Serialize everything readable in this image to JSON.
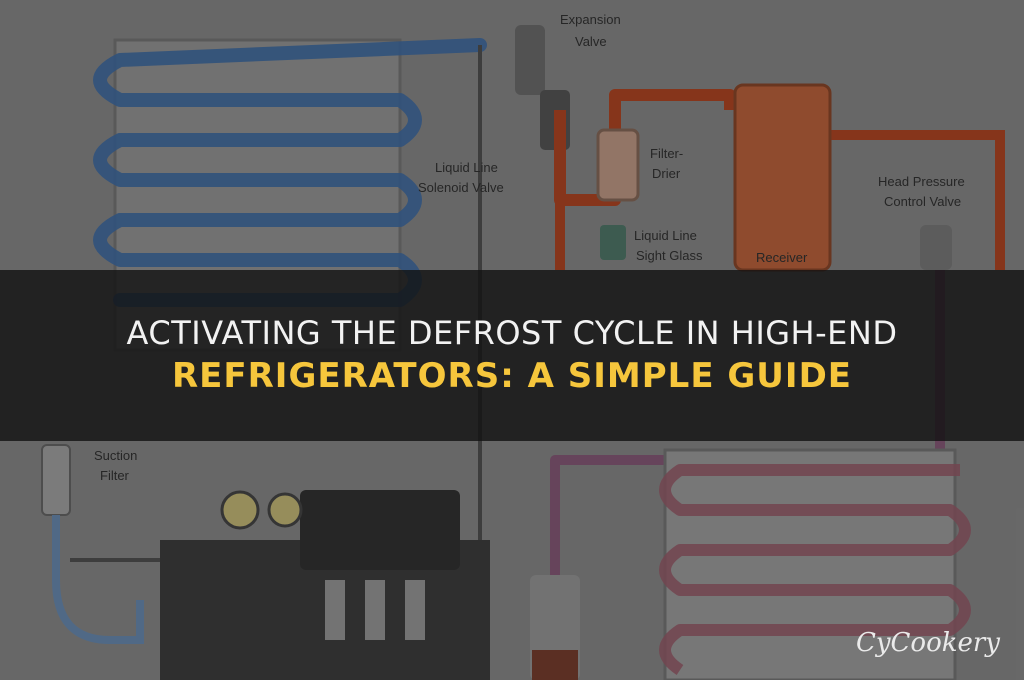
{
  "headline": {
    "line1": "ACTIVATING THE DEFROST CYCLE IN HIGH-END",
    "line2": "REFRIGERATORS: A SIMPLE GUIDE"
  },
  "brand": "CyCookery",
  "diagram_labels": {
    "expansion_valve_1": "Expansion",
    "expansion_valve_2": "Valve",
    "liquid_solenoid_1": "Liquid Line",
    "liquid_solenoid_2": "Solenoid Valve",
    "filter_drier_1": "Filter-",
    "filter_drier_2": "Drier",
    "head_pressure_1": "Head Pressure",
    "head_pressure_2": "Control Valve",
    "sight_glass_1": "Liquid Line",
    "sight_glass_2": "Sight Glass",
    "receiver": "Receiver",
    "suction_filter_1": "Suction",
    "suction_filter_2": "Filter"
  },
  "colors": {
    "band": "#121212",
    "title_white": "#f2f2f2",
    "title_yellow": "#f6c63c",
    "pipe_blue": "#3d6da8",
    "pipe_red": "#b8441f",
    "pipe_purple": "#8a5a7a"
  }
}
